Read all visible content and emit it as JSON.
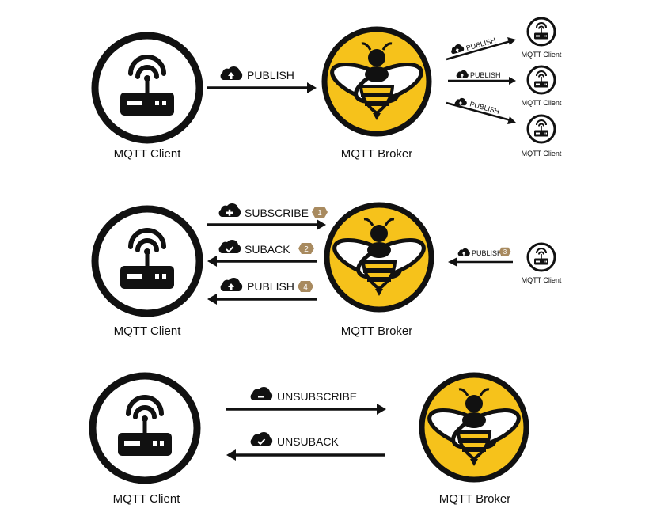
{
  "colors": {
    "stroke": "#111111",
    "broker_yellow": "#F6C21B",
    "step_badge": "#A88A5F"
  },
  "nodes": {
    "client_label": "MQTT Client",
    "broker_label": "MQTT Broker"
  },
  "section1": {
    "publish_label": "PUBLISH",
    "fanout_labels": [
      "PUBLISH",
      "PUBLISH",
      "PUBLISH"
    ],
    "small_client_labels": [
      "MQTT Client",
      "MQTT Client",
      "MQTT Client"
    ]
  },
  "section2": {
    "subscribe_label": "SUBSCRIBE",
    "subscribe_step": "1",
    "suback_label": "SUBACK",
    "suback_step": "2",
    "publish_out_label": "PUBLISH",
    "publish_out_step": "4",
    "publish_in_label": "PUBLISH",
    "publish_in_step": "3",
    "small_client_label": "MQTT Client"
  },
  "section3": {
    "unsubscribe_label": "UNSUBSCRIBE",
    "unsuback_label": "UNSUBACK"
  },
  "icons": {
    "client": "router-icon",
    "broker": "bee-icon",
    "upload": "cloud-upload-icon",
    "plus": "cloud-plus-icon",
    "check": "cloud-check-icon",
    "minus": "cloud-minus-icon"
  }
}
